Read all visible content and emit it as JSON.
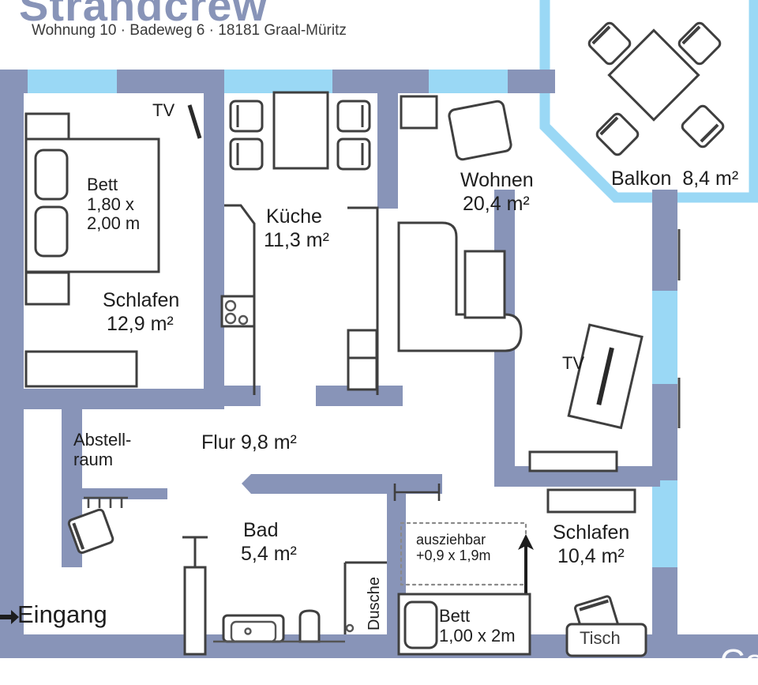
{
  "header": {
    "title": "Strandcrew",
    "subtitle": "Wohnung 10  ·  Badeweg 6  ·  18181 Graal-Müritz"
  },
  "watermark": "Co",
  "colors": {
    "wall": "#8894b8",
    "window": "#9ad8f5",
    "furniture_stroke": "#3f3f3f",
    "text": "#1d1d1d",
    "title": "#8894b8",
    "background": "#ffffff"
  },
  "rooms": [
    {
      "id": "schlafen-gross",
      "name": "Schlafen",
      "area": "12,9 m²"
    },
    {
      "id": "kueche",
      "name": "Küche",
      "area": "11,3 m²"
    },
    {
      "id": "wohnen",
      "name": "Wohnen",
      "area": "20,4 m²"
    },
    {
      "id": "balkon",
      "name": "Balkon",
      "area": "8,4 m²"
    },
    {
      "id": "flur",
      "name": "Flur",
      "area": "9,8 m²"
    },
    {
      "id": "bad",
      "name": "Bad",
      "area": "5,4 m²"
    },
    {
      "id": "schlafen-klein",
      "name": "Schlafen",
      "area": "10,4 m²"
    },
    {
      "id": "abstellraum",
      "name": "Abstell-\nraum",
      "area": ""
    }
  ],
  "labels": {
    "bedroom_large_name": "Schlafen",
    "bedroom_large_area": "12,9 m²",
    "bed_large": "Bett\n1,80 x\n2,00 m",
    "tv_bedroom": "TV",
    "kitchen_name": "Küche",
    "kitchen_area": "11,3 m²",
    "living_name": "Wohnen",
    "living_area": "20,4 m²",
    "balcony": "Balkon  8,4 m²",
    "tv_living": "TV",
    "hall": "Flur 9,8 m²",
    "storage": "Abstell-\nraum",
    "entrance": "Eingang",
    "bath_name": "Bad",
    "bath_area": "5,4 m²",
    "shower": "Dusche",
    "extendable": "ausziehbar\n+0,9 x 1,9m",
    "bed_small": "Bett\n1,00 x 2m",
    "bedroom_small_name": "Schlafen",
    "bedroom_small_area": "10,4 m²",
    "table": "Tisch"
  }
}
